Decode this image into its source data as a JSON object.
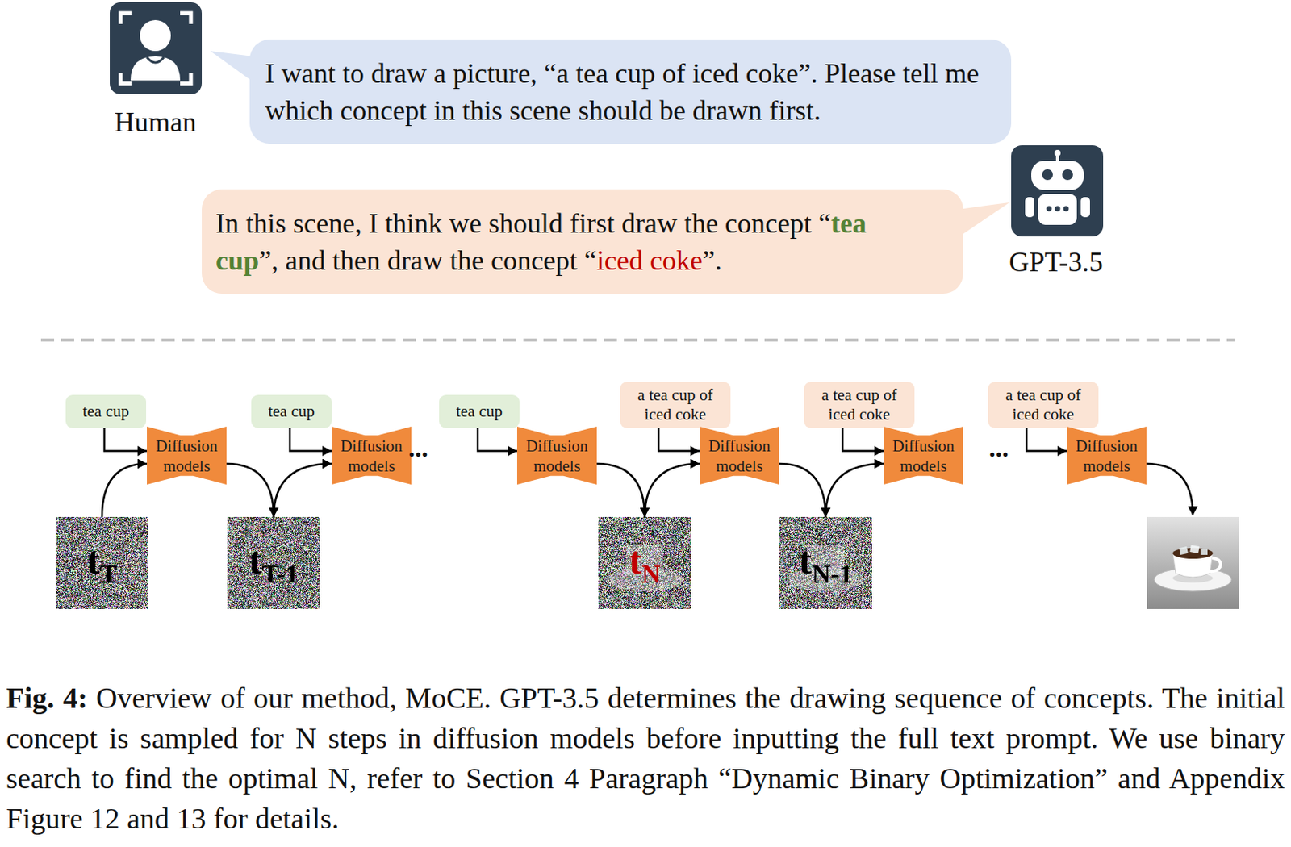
{
  "diagram": {
    "caption": "Fig. 4: Overview of our method, MoCE. GPT-3.5 determines the drawing sequence of concepts. The initial concept is sampled for N steps in diffusion models before inputting the full text prompt. We use binary search to find the optimal N, refer to Section 4 Paragraph “Dynamic Binary Optimization” and Appendix Figure 12 and 13 for details.",
    "nodes": [
      {
        "text": [
          "I want to draw a picture, “a tea cup of iced coke”. Please tell me which concept in this scene should be drawn first."
        ]
      },
      {
        "text": [
          "In this scene, I think we should first draw the concept “",
          "tea cup",
          "”, and then draw the concept “",
          "iced coke",
          "”."
        ]
      },
      {
        "text": [
          "tea cup"
        ]
      },
      {
        "text": [
          "Diffusion models"
        ]
      },
      {
        "text": [
          "tea cup"
        ]
      },
      {
        "text": [
          "Diffusion models"
        ]
      },
      {
        "text": [
          "tea cup"
        ]
      },
      {
        "text": [
          "Diffusion models"
        ]
      },
      {
        "text": [
          "a tea cup of iced coke"
        ]
      },
      {
        "text": [
          "Diffusion models"
        ]
      },
      {
        "text": [
          "a tea cup of iced coke"
        ]
      },
      {
        "text": [
          "Diffusion models"
        ]
      },
      {
        "text": [
          "a tea cup of iced coke"
        ]
      },
      {
        "text": [
          "Diffusion models"
        ]
      },
      {
        "text": [
          "t",
          "T"
        ]
      },
      {
        "text": [
          "t",
          "T-1"
        ]
      },
      {
        "text": [
          "t",
          "N"
        ]
      },
      {
        "text": [
          "t",
          "N-1"
        ]
      }
    ],
    "edges": [
      {
        "from": 2,
        "to": 3,
        "arrow": "to"
      },
      {
        "from": 4,
        "to": 5,
        "arrow": "to"
      },
      {
        "from": 6,
        "to": 7,
        "arrow": "to"
      },
      {
        "from": 8,
        "to": 9,
        "arrow": "to"
      },
      {
        "from": 10,
        "to": 11,
        "arrow": "to"
      },
      {
        "from": 12,
        "to": 13,
        "arrow": "to"
      },
      {
        "from": 14,
        "to": 3,
        "arrow": "to"
      },
      {
        "from": 3,
        "to": 15,
        "arrow": "to"
      },
      {
        "from": 15,
        "to": 5,
        "arrow": "to"
      },
      {
        "from": 7,
        "to": 16,
        "arrow": "to"
      },
      {
        "from": 16,
        "to": 9,
        "arrow": "to"
      },
      {
        "from": 9,
        "to": 17,
        "arrow": "to"
      },
      {
        "from": 17,
        "to": 11,
        "arrow": "to"
      }
    ],
    "labels": [
      "Human",
      "GPT-3.5",
      "...",
      "..."
    ]
  }
}
